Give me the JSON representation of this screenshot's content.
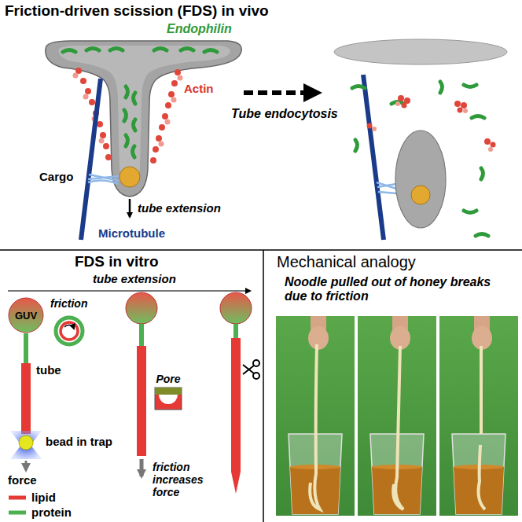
{
  "diagram": {
    "nodes": [
      {
        "text": [
          "GUV"
        ]
      },
      {
        "text": [
          "Pore"
        ]
      }
    ],
    "labels": [
      "Friction-driven scission (FDS) in vivo",
      "Endophilin",
      "Actin",
      "Cargo",
      "tube extension",
      "Microtubule",
      "Tube endocytosis",
      "FDS in vitro",
      "tube extension",
      "friction",
      "tube",
      "bead in trap",
      "force",
      "friction increases force",
      "Mechanical analogy",
      "Noodle pulled out of honey breaks due to friction"
    ],
    "legend": [
      {
        "text": "lipid"
      },
      {
        "text": "protein"
      }
    ]
  }
}
